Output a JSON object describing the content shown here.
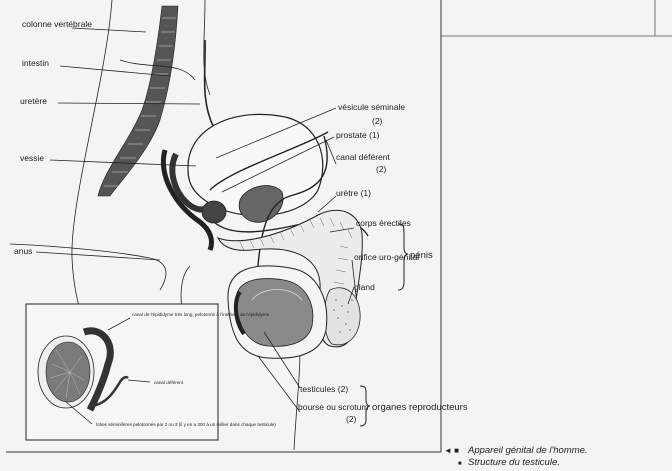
{
  "labels": {
    "colonne": "colonne vertébrale",
    "intestin": "intestin",
    "uretere": "uretère",
    "vessie": "vessie",
    "anus": "anus",
    "vesicule": "vésicule séminale",
    "vesicule_num": "(2)",
    "prostate": "prostate (1)",
    "canal_deferent": "canal déférent",
    "canal_deferent_num": "(2)",
    "uretre": "urètre (1)",
    "corps_erectiles": "corps érectiles",
    "orifice": "orifice uro-génital",
    "gland": "gland",
    "penis": "pénis",
    "testicules": "testicules (2)",
    "bourse": "bourse ou scrotum",
    "bourse_num": "(2)",
    "organes": "organes reproducteurs"
  },
  "inset": {
    "epididyme": "canal de l'épididyme très long, pelotonné à l'intérieur de l'épididyme",
    "canal": "canal déférent",
    "lobes": "lobes séminifères pelotonnés par 2 ou 3 (il y en a 300 à un millier dans chaque testicule)"
  },
  "caption": {
    "line1": "Appareil génital de l'homme.",
    "line2": "Structure du testicule."
  }
}
